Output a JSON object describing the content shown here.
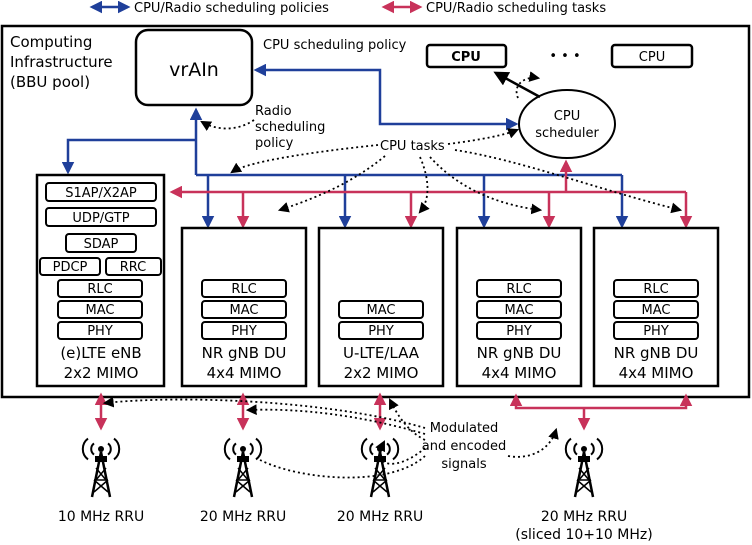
{
  "legend": {
    "policies": "CPU/Radio scheduling policies",
    "tasks": "CPU/Radio scheduling tasks"
  },
  "colors": {
    "policy": "#1f3f9a",
    "task": "#c8325a",
    "line": "#000000"
  },
  "infrastructure": [
    "Computing",
    "Infrastructure",
    "(BBU pool)"
  ],
  "vrain": "vrAIn",
  "cpu_policy_label": "CPU scheduling policy",
  "radio_policy_label": [
    "Radio",
    "scheduling",
    "policy"
  ],
  "cpu_tasks_label": "CPU tasks",
  "cpu_box": "CPU",
  "cpu_ellipsis": "• • •",
  "cpu_scheduler": [
    "CPU",
    "scheduler"
  ],
  "enb_layers_top": [
    "S1AP/X2AP",
    "UDP/GTP",
    "SDAP"
  ],
  "enb_pdcp": "PDCP",
  "enb_rrc": "RRC",
  "layers3": [
    "RLC",
    "MAC",
    "PHY"
  ],
  "layers2": [
    "MAC",
    "PHY"
  ],
  "units": [
    {
      "name": "(e)LTE eNB",
      "mimo": "2x2 MIMO"
    },
    {
      "name": "NR gNB DU",
      "mimo": "4x4 MIMO"
    },
    {
      "name": "U-LTE/LAA",
      "mimo": "2x2 MIMO"
    },
    {
      "name": "NR gNB DU",
      "mimo": "4x4 MIMO"
    },
    {
      "name": "NR gNB DU",
      "mimo": "4x4 MIMO"
    }
  ],
  "signals_label": [
    "Modulated",
    "and encoded",
    "signals"
  ],
  "rrus": [
    {
      "label": "10 MHz RRU"
    },
    {
      "label": "20 MHz RRU"
    },
    {
      "label": "20 MHz RRU"
    },
    {
      "label": "20 MHz RRU",
      "sub": "(sliced 10+10 MHz)"
    }
  ]
}
